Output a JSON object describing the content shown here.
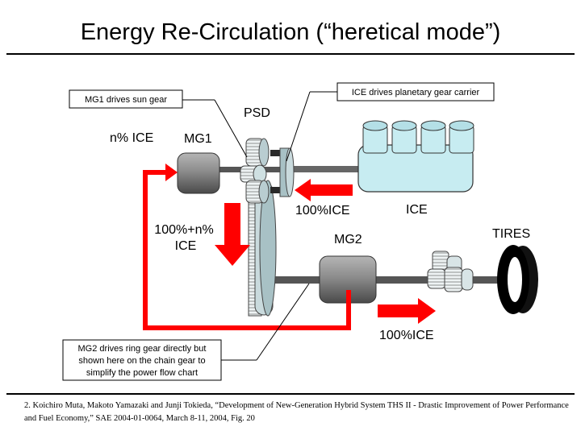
{
  "title": "Energy Re-Circulation (“heretical mode”)",
  "labels": {
    "n_ice": "n% ICE",
    "mg1": "MG1",
    "psd": "PSD",
    "ice": "ICE",
    "ice_pct": "100%ICE",
    "feedback_line1": "100%+n%",
    "feedback_line2": "ICE",
    "mg2": "MG2",
    "tires": "TIRES",
    "output_pct": "100%ICE"
  },
  "callouts": {
    "mg1_sun_gear": "MG1 drives sun gear",
    "ice_carrier": "ICE drives planetary gear carrier",
    "mg2_ring_gear": [
      "MG2 drives ring gear directly but",
      "shown here on the chain gear to",
      "simplify the power flow chart"
    ]
  },
  "citation": "2. Koichiro Muta, Makoto Yamazaki and Junji Tokieda, “Development of New-Generation Hybrid System THS II - Drastic Improvement of Power Performance and Fuel Economy,” SAE 2004-01-0064, March 8-11, 2004, Fig. 20",
  "colors": {
    "arrow": "#ff0000",
    "gear_fill": "#d8e4e6",
    "engine_fill": "#c7ecf1",
    "motor_fill": "#8a8a8a",
    "shaft": "#555555"
  }
}
